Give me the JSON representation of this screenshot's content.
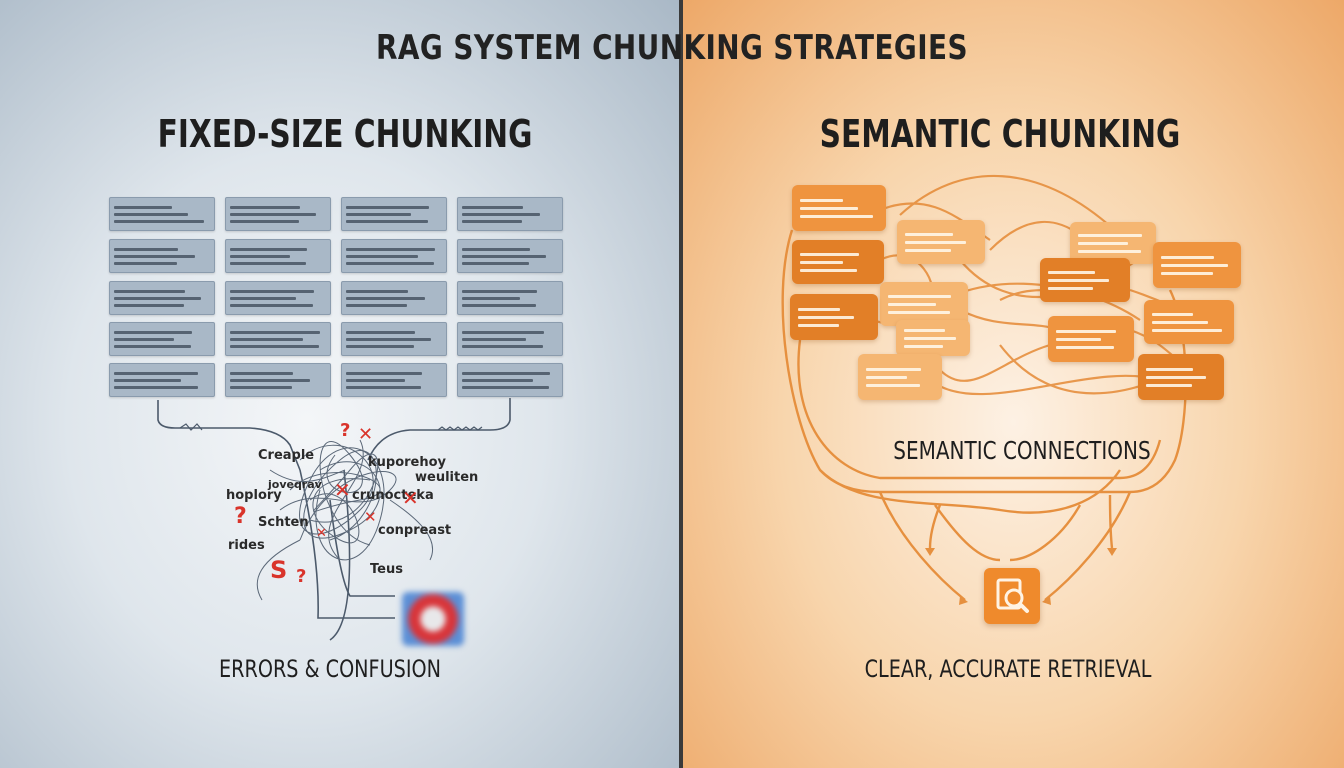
{
  "title": "RAG SYSTEM CHUNKING STRATEGIES",
  "left_panel": {
    "title": "FIXED-SIZE CHUNKING",
    "caption": "ERRORS & CONFUSION",
    "scattered_words": [
      "Creaple",
      "kuporehoy",
      "weuliten",
      "hoplory",
      "joveqrav",
      "crunocteka",
      "Schten",
      "conpreast",
      "rides",
      "Teus"
    ],
    "broken_icon_name": "broken-document-icon",
    "colors": {
      "chunk": "#a9b8c7",
      "error": "#d9342b"
    }
  },
  "right_panel": {
    "title": "SEMANTIC CHUNKING",
    "connections_label": "SEMANTIC CONNECTIONS",
    "caption": "CLEAR, ACCURATE RETRIEVAL",
    "retrieval_icon_name": "magnifier-document-icon",
    "colors": {
      "chunk": "#ef943f",
      "link": "#e58a36"
    }
  }
}
